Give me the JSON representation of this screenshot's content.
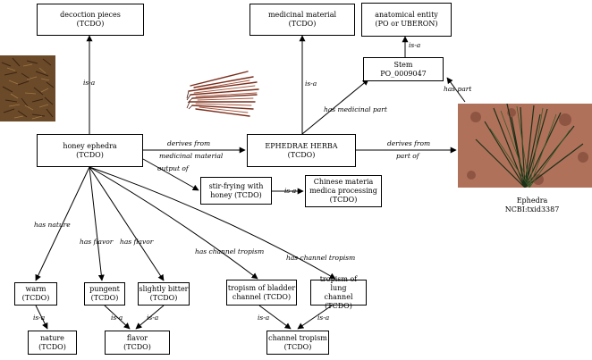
{
  "nodes": {
    "decoction_pieces": {
      "line1": "decoction pieces",
      "line2": "(TCDO)"
    },
    "honey_ephedra": {
      "line1": "honey ephedra",
      "line2": "(TCDO)"
    },
    "medicinal_material": {
      "line1": "medicinal material",
      "line2": "(TCDO)"
    },
    "ephedrae_herba": {
      "line1": "EPHEDRAE HERBA",
      "line2": "(TCDO)"
    },
    "anatomical_entity": {
      "line1": "anatomical entity",
      "line2": "(PO or UBERON)"
    },
    "stem": {
      "line1": "Stem",
      "line2": "PO_0009047"
    },
    "stir_frying": {
      "line1": "stir-frying with",
      "line2": "honey (TCDO)"
    },
    "chinese_materia": {
      "line1": "Chinese materia",
      "line2": "medica processing",
      "line3": "(TCDO)"
    },
    "warm": {
      "line1": "warm",
      "line2": "(TCDO)"
    },
    "pungent": {
      "line1": "pungent",
      "line2": "(TCDO)"
    },
    "slightly_bitter": {
      "line1": "slightly bitter",
      "line2": "(TCDO)"
    },
    "tropism_bladder": {
      "line1": "tropism of bladder",
      "line2": "channel (TCDO)"
    },
    "tropism_lung": {
      "line1": "tropism of lung",
      "line2": "channel",
      "line3": "(TCDO)"
    },
    "nature": {
      "line1": "nature",
      "line2": "(TCDO)"
    },
    "flavor": {
      "line1": "flavor",
      "line2": "(TCDO)"
    },
    "channel_tropism": {
      "line1": "channel tropism",
      "line2": "(TCDO)"
    }
  },
  "edge_labels": {
    "isa_decoction": "is-a",
    "isa_medicinal": "is-a",
    "isa_anatomical": "is-a",
    "has_part": "has part",
    "has_medicinal_part": "has medicinal part",
    "derives_from_medicinal_1": "derives from",
    "derives_from_medicinal_2": "medicinal material",
    "derives_from_part_1": "derives from",
    "derives_from_part_2": "part of",
    "output_of": "output of",
    "isa_processing": "is-a",
    "has_nature": "has nature",
    "has_flavor_1": "has flavor",
    "has_flavor_2": "has flavor",
    "has_channel_1": "has channel tropism",
    "has_channel_2": "has channel tropism",
    "isa_warm": "is-a",
    "isa_pungent": "is-a",
    "isa_bitter": "is-a",
    "isa_bladder": "is-a",
    "isa_lung": "is-a"
  },
  "plant_caption": {
    "line1": "Ephedra",
    "line2": "NCBI:txid3387"
  },
  "pictures": {
    "decoction_photo": "decoction-pieces-photo",
    "herba_photo": "ephedrae-herba-photo",
    "plant_photo": "ephedra-plant-photo"
  },
  "colors": {
    "line": "#000000",
    "box_border": "#000000",
    "background": "#ffffff"
  }
}
